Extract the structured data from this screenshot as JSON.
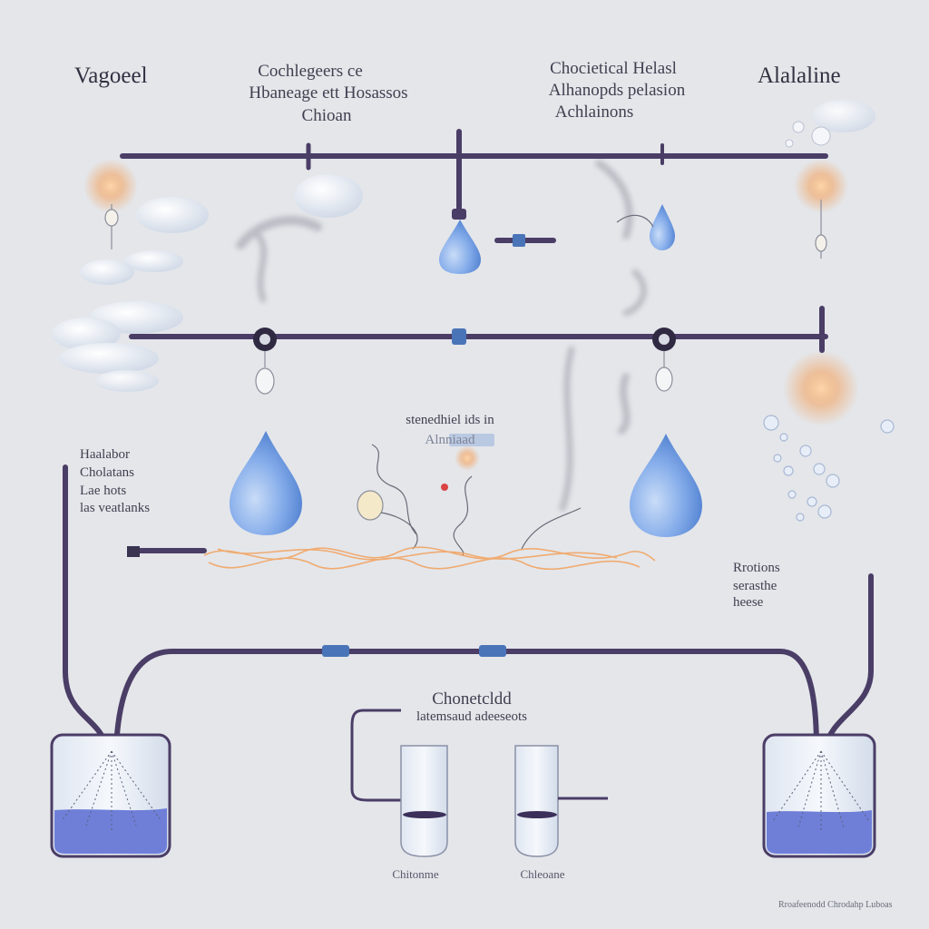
{
  "labels": {
    "top_left_title": "Vagoeel",
    "top_center_left": [
      "Cochlegeers ce",
      "Hbaneage ett Hosassos",
      "Chioan"
    ],
    "top_center_right": [
      "Chocietical Helasl",
      "Alhanopds pelasion",
      "Achlainons"
    ],
    "top_right_title": "Alalaline",
    "mid_left": [
      "Haalabor",
      "Cholatans",
      "Lae hots",
      "las veatlanks"
    ],
    "mid_center": [
      "stenedhiel ids in",
      "Alnniaad"
    ],
    "mid_right": [
      "Rrotions",
      "serasthe",
      "heese"
    ],
    "bottom_center": [
      "Chonetcldd",
      "latemsaud adeeseots"
    ],
    "tube_labels": [
      "Chitonme",
      "Chleoane"
    ],
    "footer": "Rroafeenodd Chrodahp Luboas"
  },
  "colors": {
    "pipe": "#4a3d66",
    "water": "#6f9bde",
    "liquid": "#6f7fd8",
    "glow": "#f3a15c",
    "background": "#e4e6ea"
  },
  "icons": {
    "drop": "water-drop-icon",
    "valve": "valve-icon",
    "cloud": "cloud-icon",
    "bulb": "light-bulb-icon",
    "spark": "spark-icon",
    "bubble": "bubble-icon",
    "tank": "tank-icon",
    "tube": "test-tube-icon"
  }
}
